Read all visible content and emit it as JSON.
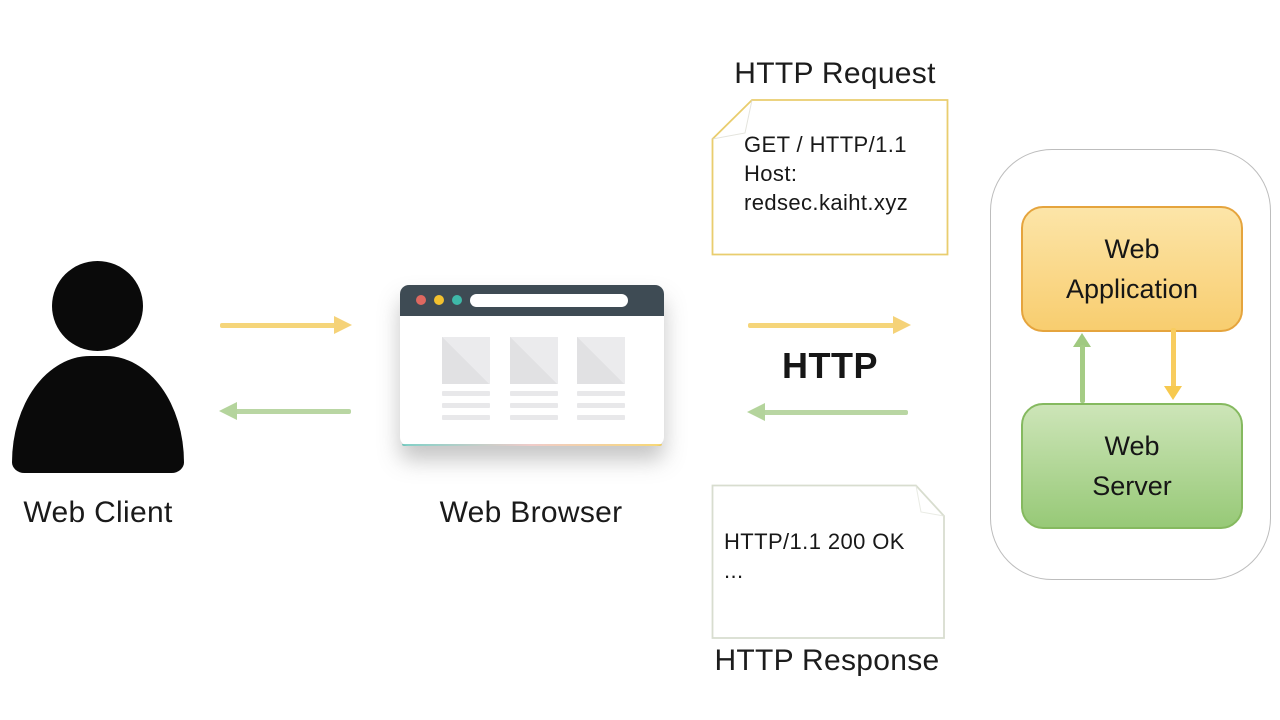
{
  "client": {
    "label": "Web Client"
  },
  "browser": {
    "label": "Web Browser"
  },
  "request_note": {
    "title": "HTTP Request",
    "lines": [
      "GET / HTTP/1.1",
      "Host:",
      "redsec.kaiht.xyz"
    ]
  },
  "transport": {
    "label": "HTTP"
  },
  "response_note": {
    "title": "HTTP Response",
    "lines": [
      "HTTP/1.1 200 OK",
      "..."
    ]
  },
  "host_panel": {
    "web_application": {
      "lines": [
        "Web",
        "Application"
      ]
    },
    "web_server": {
      "lines": [
        "Web",
        "Server"
      ]
    }
  },
  "icons": {
    "client": "person-icon",
    "browser": "browser-window-icon",
    "request_note": "folded-note-icon",
    "response_note": "folded-note-icon"
  },
  "colors": {
    "request_arrow_yellow": "#f5d278",
    "response_arrow_green": "#b4d49c",
    "vertical_arrow_yellow": "#f7c94f",
    "vertical_arrow_green": "#a5cc85",
    "request_note_border": "#e9cd6e",
    "response_note_border": "#d8ddcf",
    "app_box_border": "#e5a43d",
    "app_box_fill_top": "#fce5a8",
    "app_box_fill_bottom": "#f8cd6f",
    "server_box_border": "#85b95f",
    "server_box_fill_top": "#cde5b8",
    "server_box_fill_bottom": "#97c977",
    "browser_header": "#3e4b54",
    "browser_dot_red": "#de6860",
    "browser_dot_yellow": "#f2c12f",
    "browser_dot_teal": "#3eb9a9",
    "host_panel_border": "#bdbdbd",
    "text": "#1c1c1c"
  }
}
